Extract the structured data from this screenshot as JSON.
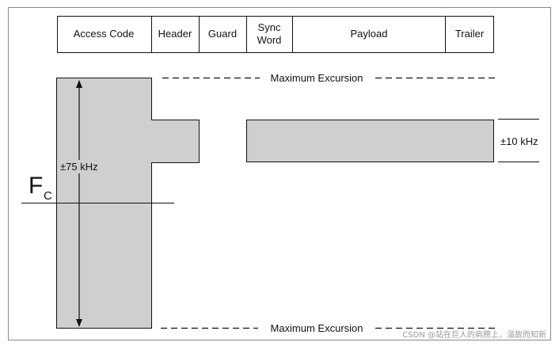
{
  "packet_fields": [
    {
      "label": "Access Code"
    },
    {
      "label": "Header"
    },
    {
      "label": "Guard"
    },
    {
      "label": "Sync",
      "label2": "Word"
    },
    {
      "label": "Payload"
    },
    {
      "label": "Trailer"
    }
  ],
  "labels": {
    "max_excursion_top": "Maximum Excursion",
    "max_excursion_bottom": "Maximum Excursion",
    "deviation_access": "±75 kHz",
    "deviation_payload": "±10 kHz",
    "fc_main": "F",
    "fc_sub": "C"
  },
  "watermark": "CSDN @站在巨人的肩膀上，温故而知新",
  "colors": {
    "fill": "#cfcfcf",
    "stroke": "#111111",
    "frame": "#888888",
    "watermark": "#999999"
  }
}
